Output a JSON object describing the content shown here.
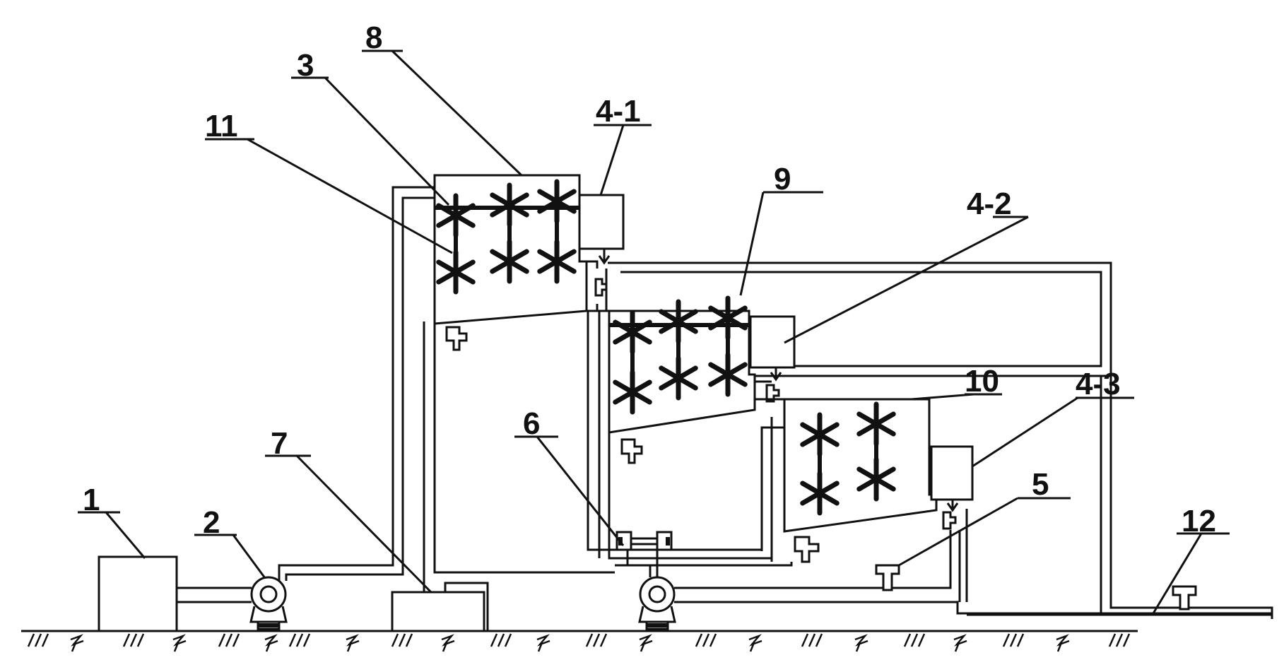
{
  "diagram": {
    "labels": {
      "l1": "1",
      "l2": "2",
      "l3": "3",
      "l4_1": "4-1",
      "l4_2": "4-2",
      "l4_3": "4-3",
      "l5": "5",
      "l6": "6",
      "l7": "7",
      "l8": "8",
      "l9": "9",
      "l10": "10",
      "l11": "11",
      "l12": "12"
    }
  }
}
